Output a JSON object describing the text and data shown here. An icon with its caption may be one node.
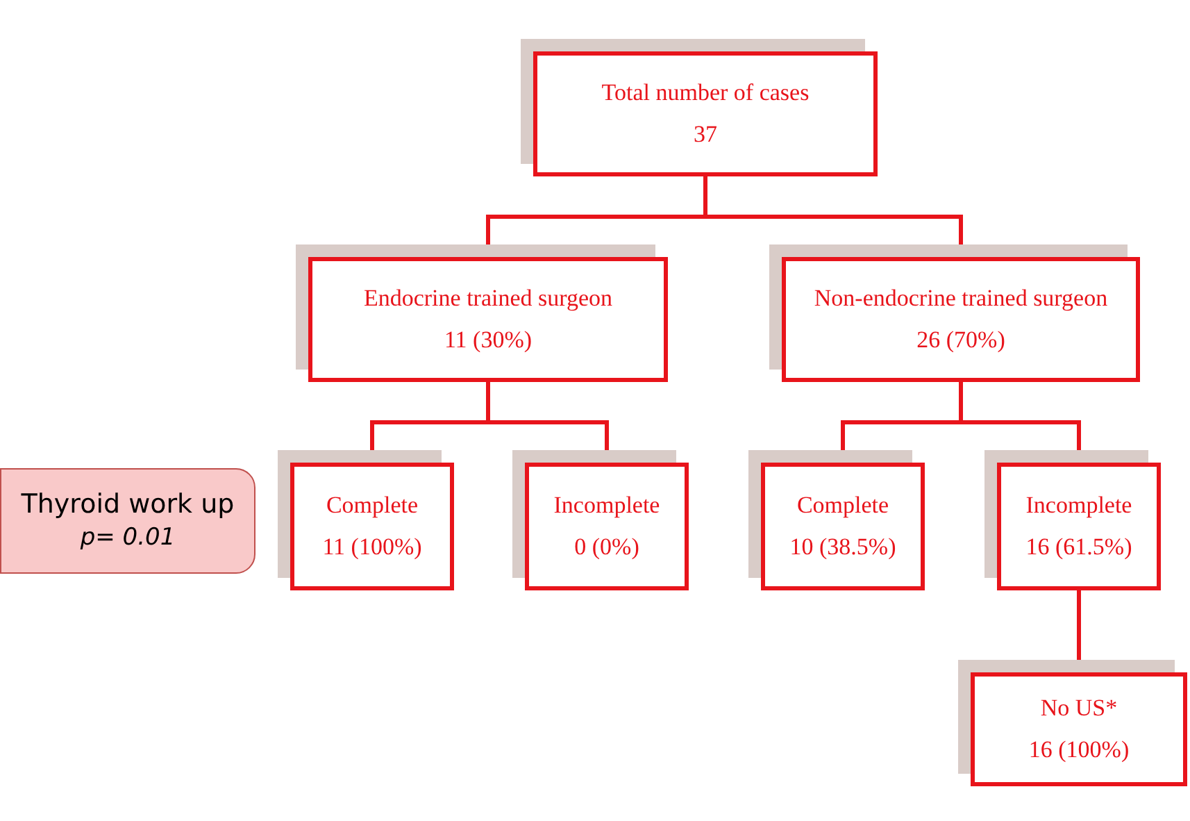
{
  "diagram": {
    "nodes": [
      {
        "text": [
          "Total number of cases",
          "37"
        ]
      },
      {
        "text": [
          "Endocrine trained surgeon",
          "11 (30%)"
        ]
      },
      {
        "text": [
          "Non-endocrine trained surgeon",
          "26 (70%)"
        ]
      },
      {
        "text": [
          "Thyroid work up",
          "p= 0.01"
        ]
      },
      {
        "text": [
          "Complete",
          "11 (100%)"
        ]
      },
      {
        "text": [
          "Incomplete",
          "0 (0%)"
        ]
      },
      {
        "text": [
          "Complete",
          "10 (38.5%)"
        ]
      },
      {
        "text": [
          "Incomplete",
          "16 (61.5%)"
        ]
      },
      {
        "text": [
          "No US*",
          "16 (100%)"
        ]
      }
    ],
    "edges": [
      {
        "from": 0,
        "to": 1,
        "arrow": "none"
      },
      {
        "from": 0,
        "to": 2,
        "arrow": "none"
      },
      {
        "from": 1,
        "to": 4,
        "arrow": "none"
      },
      {
        "from": 1,
        "to": 5,
        "arrow": "none"
      },
      {
        "from": 2,
        "to": 6,
        "arrow": "none"
      },
      {
        "from": 2,
        "to": 7,
        "arrow": "none"
      },
      {
        "from": 7,
        "to": 8,
        "arrow": "none"
      }
    ]
  }
}
